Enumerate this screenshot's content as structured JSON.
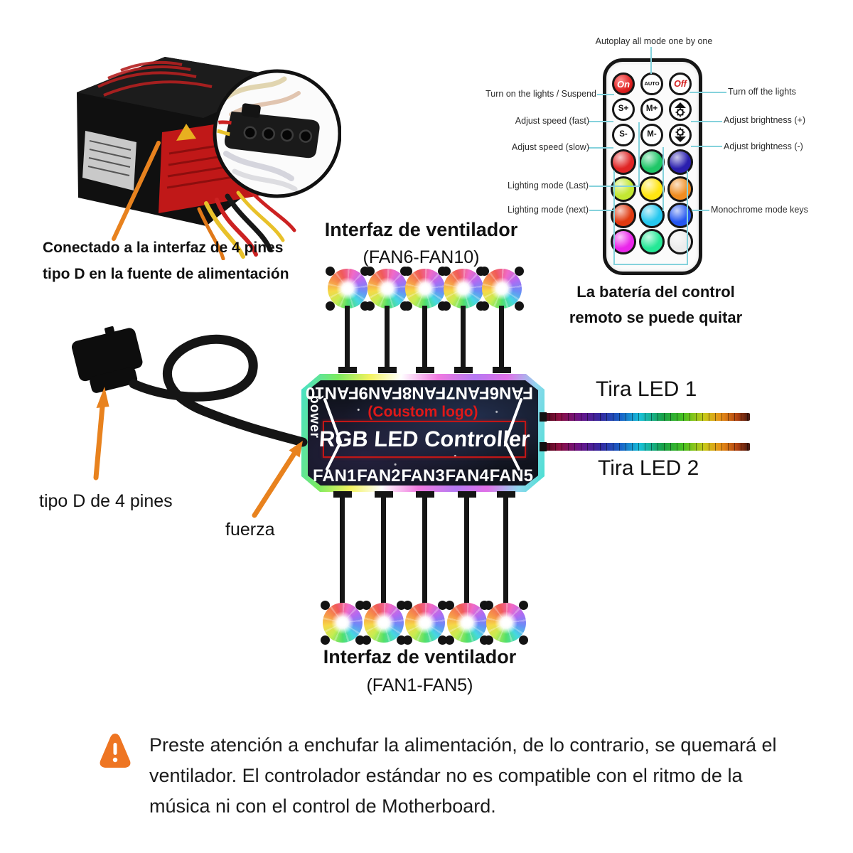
{
  "psu": {
    "caption_line1": "Conectado a la interfaz de 4 pines",
    "caption_line2": "tipo D en la fuente de alimentación"
  },
  "power": {
    "connector_label": "tipo D de 4 pines",
    "input_label": "fuerza"
  },
  "remote": {
    "top_label": "Autoplay all mode one by one",
    "labels_left": [
      "Turn on the lights / Suspend",
      "Adjust speed (fast)",
      "Adjust speed (slow)",
      "Lighting mode (Last)",
      "Lighting mode (next)"
    ],
    "labels_right": [
      "Turn off the lights",
      "Adjust brightness (+)",
      "Adjust brightness (-)",
      "Monochrome mode keys"
    ],
    "buttons": {
      "on": "On",
      "auto": "AUTO",
      "off": "Off",
      "s_plus": "S+",
      "m_plus": "M+",
      "s_minus": "S-",
      "m_minus": "M-"
    },
    "color_buttons": [
      "#e02525",
      "#1fc768",
      "#2a1fae",
      "#c3e832",
      "#ffe512",
      "#f08c1f",
      "#e03a10",
      "#25c8ef",
      "#2456f0",
      "#ea25ea",
      "#25e896",
      "#ececec"
    ],
    "battery_line1": "La batería del control",
    "battery_line2": "remoto se puede quitar"
  },
  "fans_top": {
    "title": "Interfaz de ventilador",
    "range": "(FAN6-FAN10)"
  },
  "fans_bottom": {
    "title": "Interfaz de ventilador",
    "range": "(FAN1-FAN5)"
  },
  "controller": {
    "ports_top": [
      "FAN10",
      "FAN9",
      "FAN8",
      "FAN7",
      "FAN6"
    ],
    "custom_logo": "(Coustom logo)",
    "title": "RGB LED Controller",
    "power_label": "power",
    "ports_bottom": [
      "FAN1",
      "FAN2",
      "FAN3",
      "FAN4",
      "FAN5"
    ]
  },
  "led": {
    "strip1": "Tira LED 1",
    "strip2": "Tira LED 2"
  },
  "warning": {
    "line1": "Preste atención a enchufar la alimentación, de lo contrario, se quemará el",
    "line2": "ventilador. El controlador estándar no es compatible con el ritmo de la",
    "line3": "música ni con el control de Motherboard."
  },
  "icons": {
    "brightness_up": "sun-chevron-up",
    "brightness_down": "sun-chevron-down",
    "warning": "exclamation-triangle"
  },
  "colors": {
    "arrow_orange": "#e8821e",
    "callout_cyan": "#85d2dc",
    "logo_red": "#e01818",
    "warning_icon": "#ee7522"
  }
}
